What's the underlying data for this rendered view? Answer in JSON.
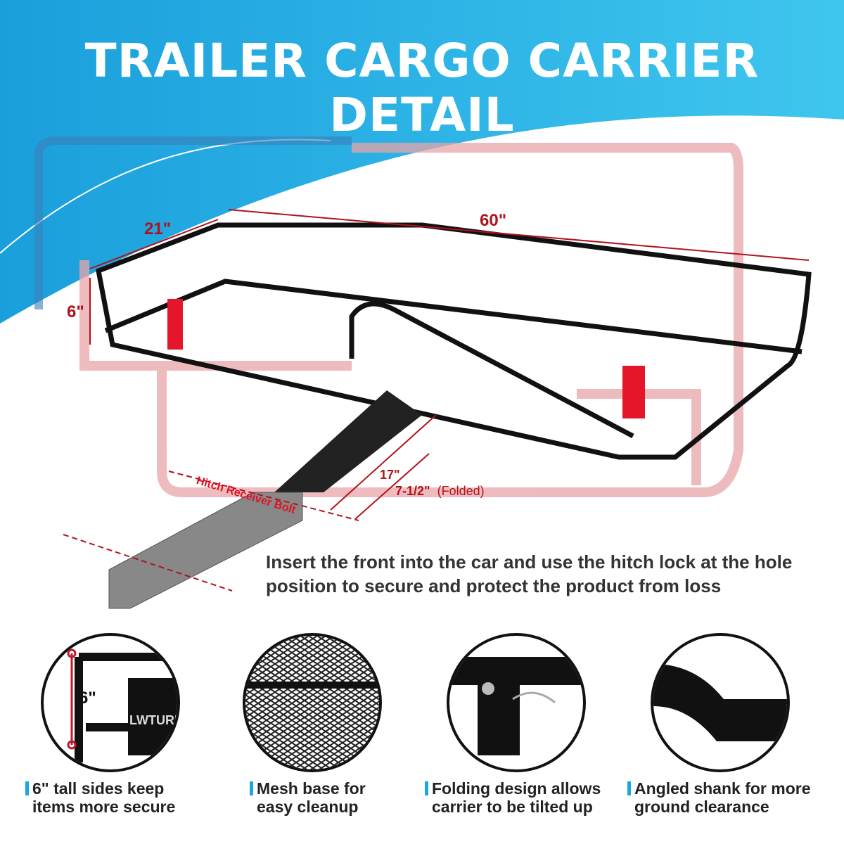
{
  "title": "TRAILER CARGO CARRIER DETAIL",
  "colors": {
    "header_blue": "#1fb2e8",
    "dimension_red": "#b0121b",
    "caption_bar": "#1aa6de"
  },
  "dimensions": {
    "length": "60\"",
    "width": "21\"",
    "height": "6\"",
    "shank_length": "17\"",
    "folded_height": "7-1/2\"",
    "folded_label": "(Folded)",
    "bolt_label": "Hitch Receiver Bolt"
  },
  "instruction": "Insert the front into the car and use the hitch lock at the hole position to secure and protect the product from loss",
  "features": [
    {
      "line1": "6\" tall sides keep",
      "line2": "items more secure",
      "detail_label": "6\"",
      "brand": "LWTURN"
    },
    {
      "line1": "Mesh base for",
      "line2": "easy cleanup"
    },
    {
      "line1": "Folding design allows",
      "line2": "carrier to be tilted up"
    },
    {
      "line1": "Angled shank for more",
      "line2": "ground clearance"
    }
  ]
}
